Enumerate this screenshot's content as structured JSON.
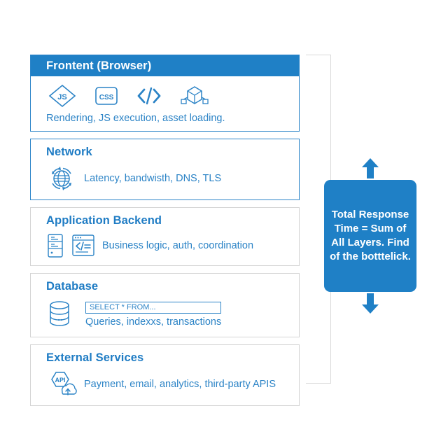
{
  "diagram": {
    "layers": [
      {
        "id": "frontend",
        "title": "Frontent (Browser)",
        "header_style": "filled",
        "border": "blue",
        "description": "Rendering, JS execution, asset loading.",
        "icons": [
          "js-diamond-icon",
          "css-box-icon",
          "code-brackets-icon",
          "cube-node-icon"
        ]
      },
      {
        "id": "network",
        "title": "Network",
        "header_style": "plain",
        "border": "blue",
        "description": "Latency, bandwisth, DNS, TLS",
        "icons": [
          "globe-sync-icon"
        ]
      },
      {
        "id": "application-backend",
        "title": "Application Backend",
        "header_style": "plain",
        "border": "grey",
        "description": "Business logic, auth, coordination",
        "icons": [
          "server-rack-icon",
          "code-window-icon"
        ]
      },
      {
        "id": "database",
        "title": "Database",
        "header_style": "plain",
        "border": "grey",
        "description": "Queries, indexxs, transactions",
        "chip": "SELECT * FROM...",
        "icons": [
          "database-cylinder-icon"
        ]
      },
      {
        "id": "external-services",
        "title": "External Services",
        "header_style": "plain",
        "border": "grey",
        "description": "Payment, email, analytics, third-party APIS",
        "icons": [
          "api-hexagon-cloud-icon"
        ]
      }
    ],
    "callout": {
      "text": "Total Response Time = Sum of All Layers. Find of the botttelick.",
      "arrow_up": "arrow-up-icon",
      "arrow_down": "arrow-down-icon"
    },
    "colors": {
      "accent_blue": "#1f80c6",
      "text_blue": "#2b83c6",
      "border_blue": "#2d85c9",
      "border_grey": "#d4d4d4",
      "bracket_grey": "#d8d8d8",
      "white": "#ffffff"
    }
  }
}
